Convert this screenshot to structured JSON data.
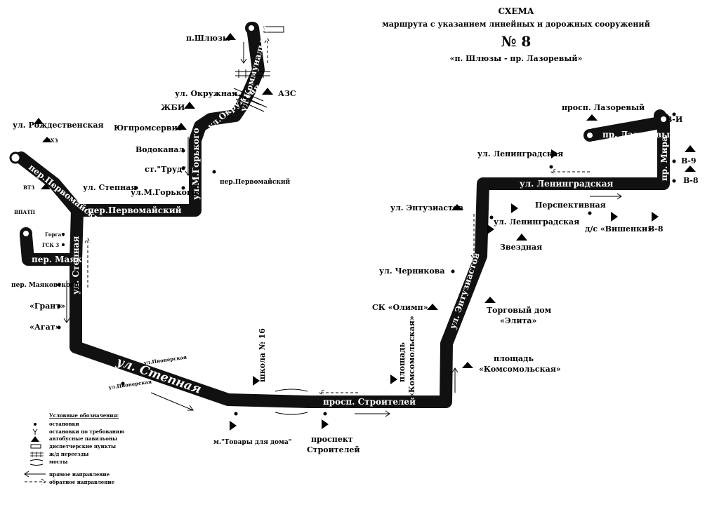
{
  "header": {
    "line1": "СХЕМА",
    "line2": "маршрута с указанием линейных и дорожных сооружений",
    "route_no": "№ 8",
    "route_name": "«п. Шлюзы - пр. Лазоревый»"
  },
  "roads": {
    "stepnaya_main": "ул. Степная",
    "stepnaya_vert": "ул. Степная",
    "stroiteley": "просп. Строителей",
    "entuziastov": "ул. Энтузиастов",
    "leningradskaya": "ул. Ленинградская",
    "mira": "пр. Мира",
    "lazorevy": "пр. Лазоревый",
    "gorkogo": "ул.М.Горького",
    "okruzhnaya": "ул.Окружная",
    "kommunalnaya": "ул.Коммунальная",
    "pervomaisky": "пер.Первомайский",
    "mayakovskogo": "пер. Маяковского",
    "pervomaisky_diag": "пер.Первомайский"
  },
  "stops": {
    "shlyuzy": "п.Шлюзы",
    "azs": "АЗС",
    "okruzhnaya": "ул. Окружная",
    "zhbi": "ЖБИ",
    "yugprom": "Югпромсервис",
    "vodokanal": "Водоканал",
    "trud": "ст.\"Труд\"",
    "gorkogo": "ул.М.Горького",
    "stepnaya": "ул. Степная",
    "pervomaisky": "пер.Первомайский",
    "rozhdestv": "ул. Рождественская",
    "vkz": "ВХЗ",
    "vtz": "ВТЗ",
    "vpatp": "ВПАТП",
    "gorgaz": "Горгаз",
    "gsk3": "ГСК 3",
    "per_mayak": "пер. Маяковского",
    "grant": "«Грант»",
    "agat": "«Агат»",
    "pioner1": "ул.Пионерская",
    "pioner2": "ул.Пионерская",
    "school16": "школа № 16",
    "tovary": "м.\"Товары для дома\"",
    "prosp_str1": "проспект",
    "prosp_str2": "Строителей",
    "pl_koms_v1": "площадь",
    "pl_koms_v2": "«Комсомольская»",
    "pl_koms1": "площадь",
    "pl_koms2": "«Комсомольская»",
    "sk_olimp": "СК «Олимп»",
    "td_elita1": "Торговый дом",
    "td_elita2": "«Элита»",
    "chernikova": "ул. Черникова",
    "zvezdnaya": "Звездная",
    "leningr2": "ул. Ленинградская",
    "entuz": "ул. Энтузиастов",
    "perspekt": "Перспективная",
    "vishenki": "д/с «Вишенки»",
    "v8a": "В-8",
    "v8b": "В-8",
    "v9": "В-9",
    "vi": "В-И",
    "leningr1": "ул. Ленинградская",
    "lazor": "просп. Лазоревый"
  },
  "legend": {
    "title": "Условные обозначения:",
    "items": [
      "остановки",
      "остановки по требованию",
      "автобусные павильоны",
      "диспетчерские пункты",
      "ж/д переезды",
      "мосты",
      "прямое направление",
      "обратное направление"
    ]
  },
  "colors": {
    "road": "#111111",
    "background": "#ffffff",
    "ink": "#000000"
  }
}
